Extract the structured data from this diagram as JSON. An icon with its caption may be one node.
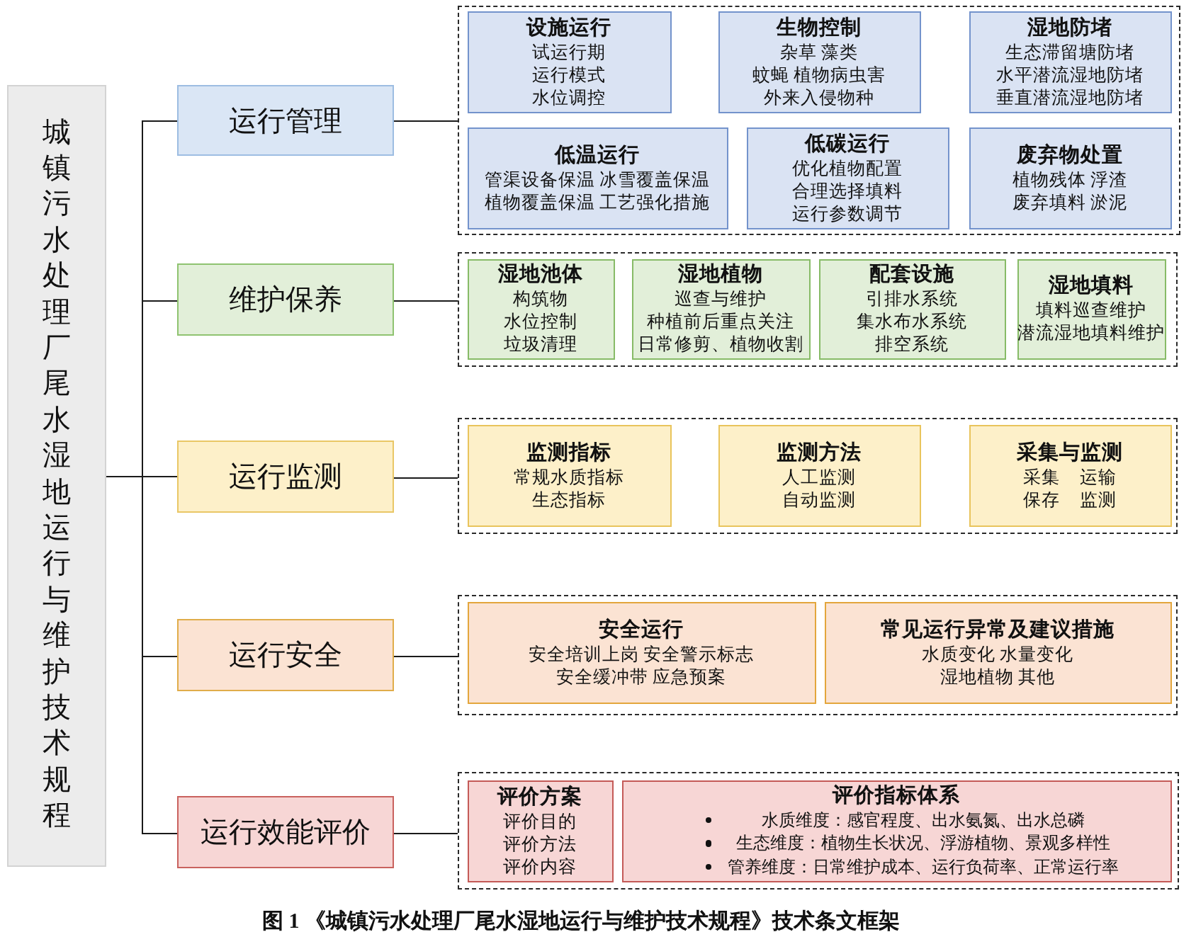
{
  "diagram": {
    "caption": "图 1 《城镇污水处理厂尾水湿地运行与维护技术规程》技术条文框架",
    "nodes": [
      {
        "text": [
          "城镇污水处理厂尾水湿地运行与维护技术规程"
        ]
      },
      {
        "text": [
          "运行管理"
        ]
      },
      {
        "text": [],
        "shape": "box"
      },
      {
        "text": [
          "设施运行",
          "试运行期",
          "运行模式",
          "水位调控"
        ],
        "in": 2
      },
      {
        "text": [
          "生物控制",
          "杂草 藻类",
          "蚊蝇 植物病虫害",
          "外来入侵物种"
        ],
        "in": 2
      },
      {
        "text": [
          "湿地防堵",
          "生态滞留塘防堵",
          "水平潜流湿地防堵",
          "垂直潜流湿地防堵"
        ],
        "in": 2
      },
      {
        "text": [
          "低温运行",
          "管渠设备保温 冰雪覆盖保温",
          "植物覆盖保温 工艺强化措施"
        ],
        "in": 2
      },
      {
        "text": [
          "低碳运行",
          "优化植物配置",
          "合理选择填料",
          "运行参数调节"
        ],
        "in": 2
      },
      {
        "text": [
          "废弃物处置",
          "植物残体 浮渣",
          "废弃填料 淤泥"
        ],
        "in": 2
      },
      {
        "text": [
          "维护保养"
        ]
      },
      {
        "text": [],
        "shape": "box"
      },
      {
        "text": [
          "湿地池体",
          "构筑物",
          "水位控制",
          "垃圾清理"
        ],
        "in": 10
      },
      {
        "text": [
          "湿地植物",
          "巡查与维护",
          "种植前后重点关注",
          "日常修剪、植物收割"
        ],
        "in": 10
      },
      {
        "text": [
          "配套设施",
          "引排水系统",
          "集水布水系统",
          "排空系统"
        ],
        "in": 10
      },
      {
        "text": [
          "湿地填料",
          "填料巡查维护",
          "潜流湿地填料维护"
        ],
        "in": 10
      },
      {
        "text": [
          "运行监测"
        ]
      },
      {
        "text": [],
        "shape": "box"
      },
      {
        "text": [
          "监测指标",
          "常规水质指标",
          "生态指标"
        ],
        "in": 16
      },
      {
        "text": [
          "监测方法",
          "人工监测",
          "自动监测"
        ],
        "in": 16
      },
      {
        "text": [
          "采集与监测",
          "采集 运输",
          "保存 监测"
        ],
        "in": 16
      },
      {
        "text": [
          "运行安全"
        ]
      },
      {
        "text": [],
        "shape": "box"
      },
      {
        "text": [
          "安全运行",
          "安全培训上岗 安全警示标志",
          "安全缓冲带 应急预案"
        ],
        "in": 21
      },
      {
        "text": [
          "常见运行异常及建议措施",
          "水质变化 水量变化",
          "湿地植物 其他"
        ],
        "in": 21
      },
      {
        "text": [
          "运行效能评价"
        ]
      },
      {
        "text": [],
        "shape": "box"
      },
      {
        "text": [
          "评价方案",
          "评价目的",
          "评价方法",
          "评价内容"
        ],
        "in": 25
      },
      {
        "text": [
          "评价指标体系",
          "水质维度：感官程度、出水氨氮、出水总磷",
          "生态维度：植物生长状况、浮游植物、景观多样性",
          "管养维度：日常维护成本、运行负荷率、正常运行率"
        ],
        "in": 25
      }
    ],
    "edges": [
      {
        "from": 0,
        "to": 1,
        "arrow": "none"
      },
      {
        "from": 0,
        "to": 9,
        "arrow": "none"
      },
      {
        "from": 0,
        "to": 15,
        "arrow": "none"
      },
      {
        "from": 0,
        "to": 20,
        "arrow": "none"
      },
      {
        "from": 0,
        "to": 24,
        "arrow": "none"
      },
      {
        "from": 1,
        "to": 2,
        "arrow": "none"
      },
      {
        "from": 9,
        "to": 10,
        "arrow": "none"
      },
      {
        "from": 15,
        "to": 16,
        "arrow": "none"
      },
      {
        "from": 20,
        "to": 21,
        "arrow": "none"
      },
      {
        "from": 24,
        "to": 25,
        "arrow": "none"
      }
    ]
  }
}
